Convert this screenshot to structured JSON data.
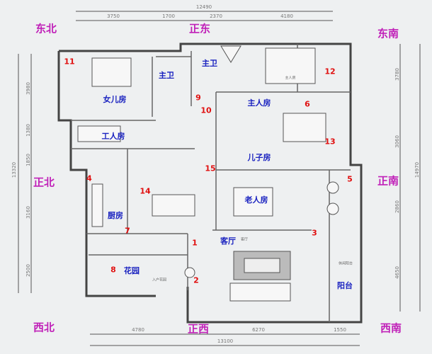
{
  "directions": {
    "ne": "东北",
    "e": "正东",
    "se": "东南",
    "n": "正北",
    "s": "正南",
    "nw": "西北",
    "w": "正西",
    "sw": "西南"
  },
  "rooms": {
    "master_bath_1": "主卫",
    "master_bath_2": "主卫",
    "daughter": "女儿房",
    "master": "主人房",
    "maid": "工人房",
    "son": "儿子房",
    "elder": "老人房",
    "kitchen": "厨房",
    "living": "客厅",
    "garden": "花园",
    "balcony": "阳台"
  },
  "markers": [
    "1",
    "2",
    "3",
    "4",
    "5",
    "6",
    "7",
    "8",
    "9",
    "10",
    "11",
    "12",
    "13",
    "14",
    "15"
  ],
  "dimensions": {
    "top_total": "12490",
    "top": [
      "3750",
      "1700",
      "2370",
      "4180"
    ],
    "bottom": [
      "4780",
      "6270",
      "1550"
    ],
    "bottom_total": "13100",
    "left": [
      "3980",
      "1380",
      "1850",
      "3160",
      "2500"
    ],
    "left_total": "13320",
    "right": [
      "3780",
      "3060",
      "2860",
      "4650"
    ],
    "right_total": "14970"
  },
  "annotations": {
    "entry_garden": "入户花园",
    "master_bedroom_small": "主人房",
    "living_small": "客厅",
    "balcony_small": "休闲阳台"
  },
  "colors": {
    "direction": "#c020b8",
    "room": "#1a22c0",
    "marker": "#e01010"
  }
}
